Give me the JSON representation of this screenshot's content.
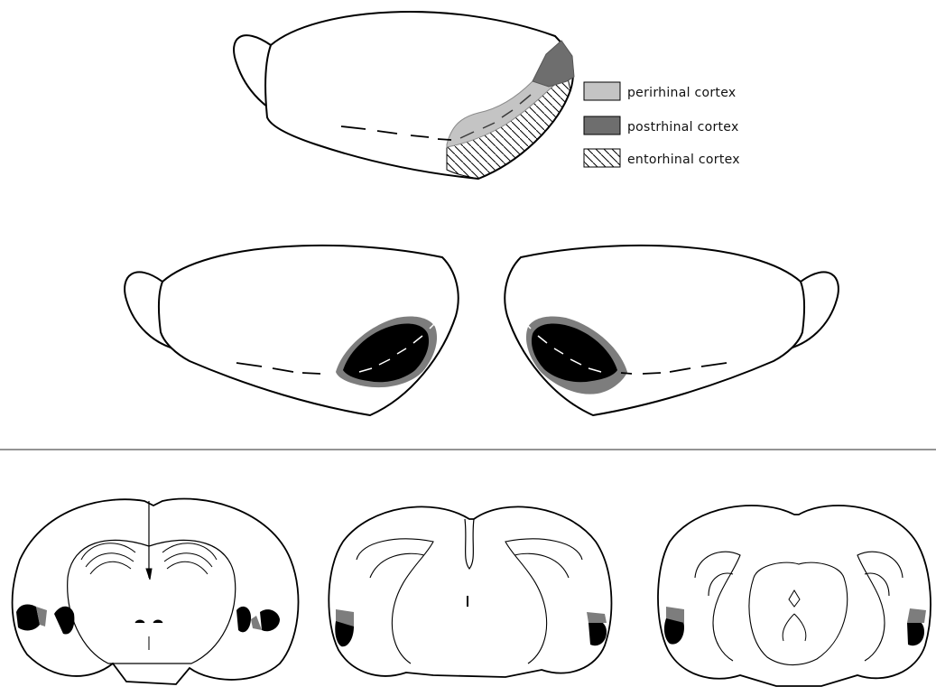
{
  "legend": {
    "items": [
      {
        "label": "perirhinal cortex",
        "pattern": "light-gray"
      },
      {
        "label": "postrhinal cortex",
        "pattern": "dark-gray"
      },
      {
        "label": "entorhinal cortex",
        "pattern": "hatched"
      }
    ]
  },
  "colors": {
    "outline": "#000000",
    "perirhinal": "#c4c4c4",
    "postrhinal": "#6e6e6e",
    "lesion": "#000000",
    "lesion_rim": "#7d7d7d",
    "divider": "#555555"
  }
}
